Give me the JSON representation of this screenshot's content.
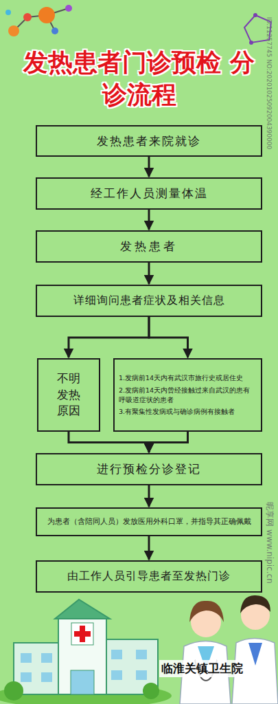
{
  "diagram": {
    "title": "发热患者门诊预检 分诊流程",
    "nodes": [
      {
        "text": [
          "发热患者来院就诊"
        ]
      },
      {
        "text": [
          "经工作人员测量体温"
        ]
      },
      {
        "text": [
          "发热患者"
        ]
      },
      {
        "text": [
          "详细询问患者症状及相关信息"
        ]
      },
      {
        "text": [
          "不明发热原因"
        ]
      },
      {
        "text": [
          "1.发病前14天内有武汉市旅行史或居住史",
          "2.发病前14天内曾经接触过来自武汉的患有呼吸道症状的患者",
          "3.有聚集性发病或与确诊病例有接触者"
        ]
      },
      {
        "text": [
          "进行预检分诊登记"
        ]
      },
      {
        "text": [
          "为患者（含陪同人员）发放医用外科口罩，并指导其正确佩戴"
        ]
      },
      {
        "text": [
          "由工作人员引导患者至发热门诊"
        ]
      }
    ],
    "edges": [
      {
        "from": 0,
        "to": 1,
        "arrow": "to"
      },
      {
        "from": 1,
        "to": 2,
        "arrow": "to"
      },
      {
        "from": 2,
        "to": 3,
        "arrow": "to"
      },
      {
        "from": 3,
        "to": 4,
        "arrow": "to"
      },
      {
        "from": 3,
        "to": 5,
        "arrow": "to"
      },
      {
        "from": 4,
        "to": 6,
        "arrow": "to"
      },
      {
        "from": 5,
        "to": 6,
        "arrow": "to"
      },
      {
        "from": 6,
        "to": 7,
        "arrow": "to"
      },
      {
        "from": 7,
        "to": 8,
        "arrow": "to"
      }
    ],
    "labels": [
      "临淮关镇卫生院",
      "ID:11257745 NO:20201025092004390000",
      "昵享网 www.nipic.cn"
    ]
  }
}
